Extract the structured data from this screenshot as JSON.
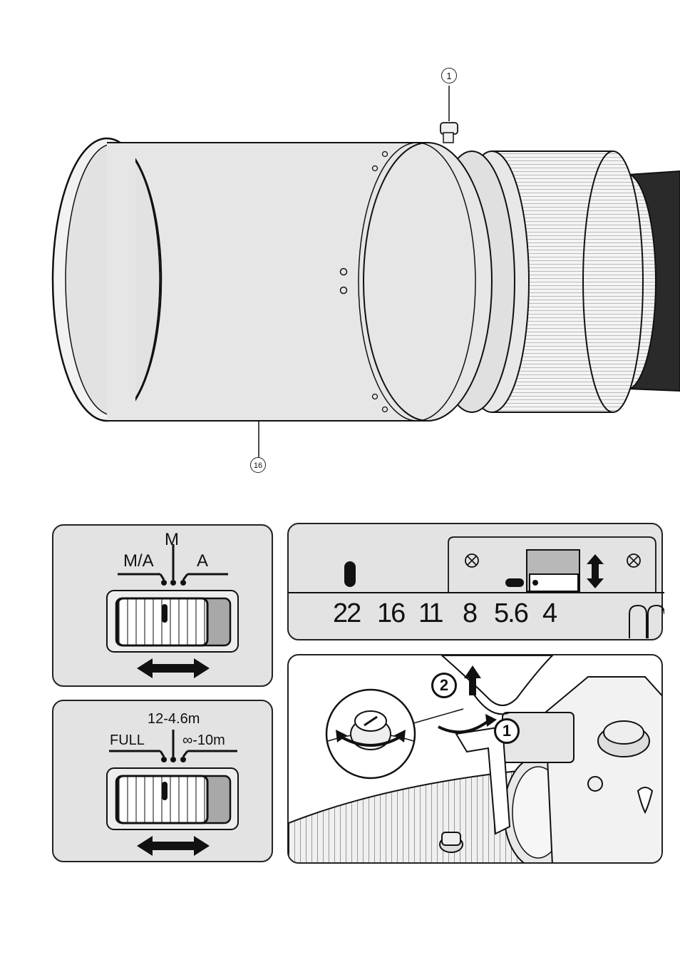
{
  "top_illustration": {
    "callout_top": "1",
    "callout_bottom": "16"
  },
  "focus_mode_panel": {
    "label_m": "M",
    "label_ma": "M/A",
    "label_a": "A"
  },
  "limiter_panel": {
    "label_range": "12-4.6m",
    "label_full": "FULL",
    "label_inf": "∞-10m"
  },
  "aperture_panel": {
    "scale": [
      "22",
      "16",
      "11",
      "8",
      "5.6",
      "4"
    ]
  },
  "camera_panel": {
    "step_1": "1",
    "step_2": "2"
  },
  "colors": {
    "panel_bg": "#e3e3e3",
    "line": "#111111",
    "hood_fill": "#e6e6e6"
  }
}
